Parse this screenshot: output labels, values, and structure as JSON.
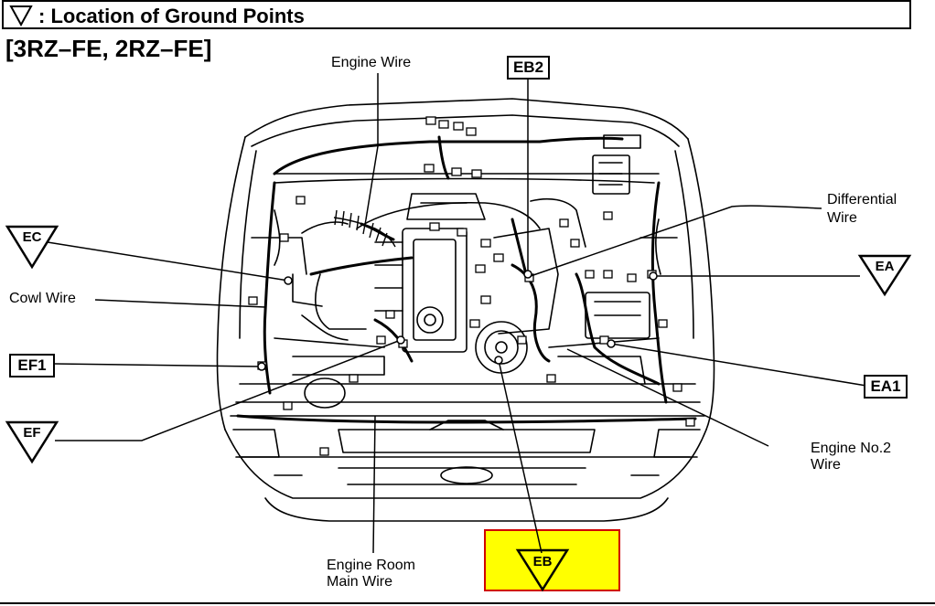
{
  "header": {
    "title": ": Location of Ground Points"
  },
  "engine_code": "[3RZ–FE, 2RZ–FE]",
  "labels": {
    "engine_wire": "Engine Wire",
    "differential_wire_1": "Differential",
    "differential_wire_2": "Wire",
    "cowl_wire": "Cowl Wire",
    "engine_no2_wire_1": "Engine No.2",
    "engine_no2_wire_2": "Wire",
    "engine_room_main_wire_1": "Engine Room",
    "engine_room_main_wire_2": "Main Wire"
  },
  "ground_points": {
    "eb2": "EB2",
    "ef1": "EF1",
    "ea1": "EA1",
    "ec": "EC",
    "ea": "EA",
    "ef": "EF",
    "eb": "EB"
  },
  "colors": {
    "highlight_fill": "#ffff00",
    "highlight_border": "#d00000",
    "line": "#000000"
  }
}
